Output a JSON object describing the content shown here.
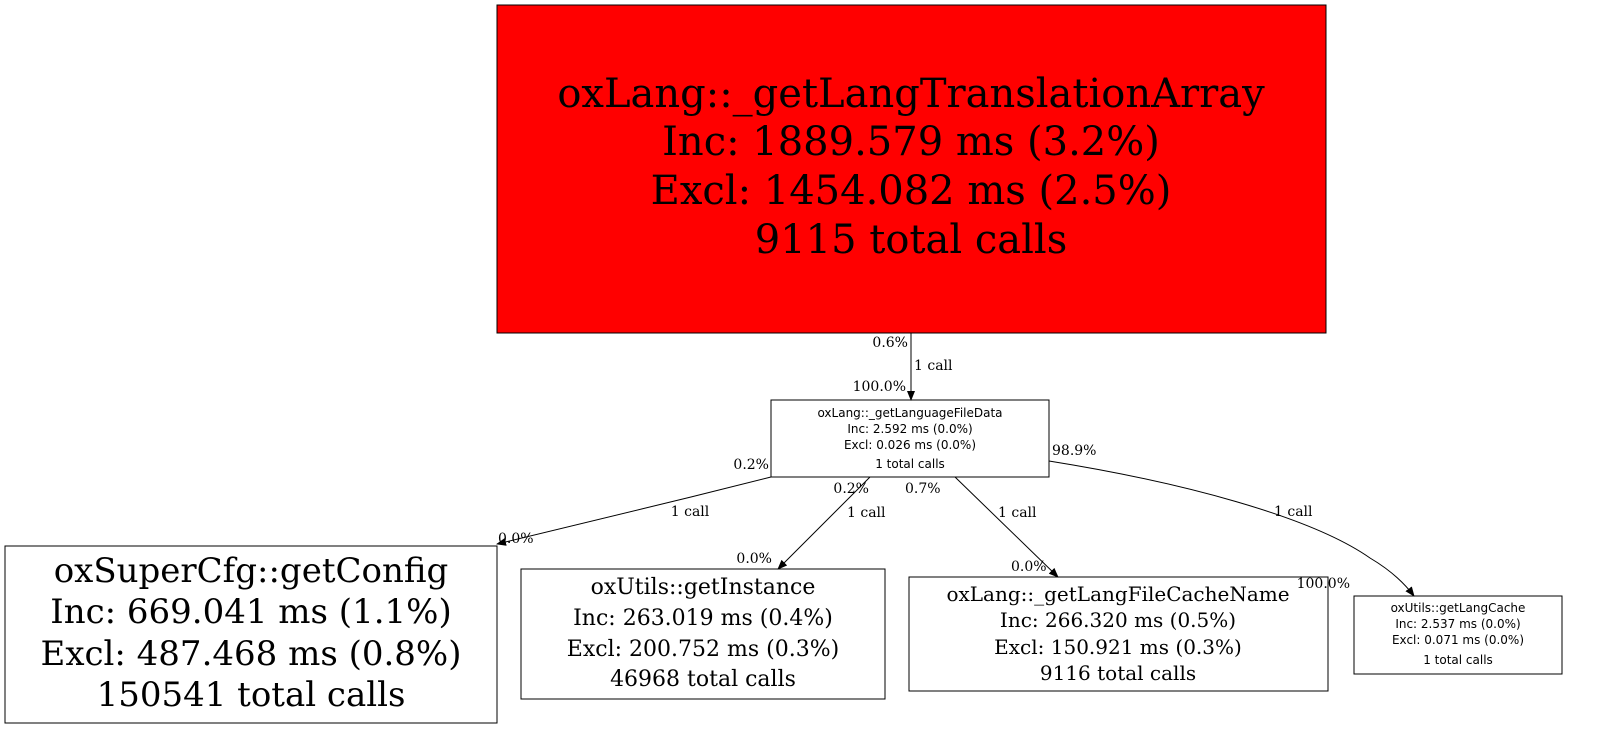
{
  "colors": {
    "hot": "#ff0000",
    "normal": "#ffffff",
    "stroke": "#000000"
  },
  "nodes": {
    "root": {
      "name": "oxLang::_getLangTranslationArray",
      "inc": "Inc: 1889.579 ms (3.2%)",
      "excl": "Excl: 1454.082 ms (2.5%)",
      "calls": "9115 total calls"
    },
    "lfd": {
      "name": "oxLang::_getLanguageFileData",
      "inc": "Inc: 2.592 ms (0.0%)",
      "excl": "Excl: 0.026 ms (0.0%)",
      "calls": "1 total calls"
    },
    "cfg": {
      "name": "oxSuperCfg::getConfig",
      "inc": "Inc: 669.041 ms (1.1%)",
      "excl": "Excl: 487.468 ms (0.8%)",
      "calls": "150541 total calls"
    },
    "inst": {
      "name": "oxUtils::getInstance",
      "inc": "Inc: 263.019 ms (0.4%)",
      "excl": "Excl: 200.752 ms (0.3%)",
      "calls": "46968 total calls"
    },
    "cname": {
      "name": "oxLang::_getLangFileCacheName",
      "inc": "Inc: 266.320 ms (0.5%)",
      "excl": "Excl: 150.921 ms (0.3%)",
      "calls": "9116 total calls"
    },
    "lcache": {
      "name": "oxUtils::getLangCache",
      "inc": "Inc: 2.537 ms (0.0%)",
      "excl": "Excl: 0.071 ms (0.0%)",
      "calls": "1 total calls"
    }
  },
  "edges": {
    "root_lfd": {
      "tail": "0.6%",
      "label": "1 call",
      "head": "100.0%"
    },
    "lfd_cfg": {
      "tail": "0.2%",
      "label": "1 call",
      "head": "0.0%"
    },
    "lfd_inst": {
      "tail": "0.2%",
      "label": "1 call",
      "head": "0.0%"
    },
    "lfd_cname": {
      "tail": "0.7%",
      "label": "1 call",
      "head": "0.0%"
    },
    "lfd_lcache": {
      "tail": "98.9%",
      "label": "1 call",
      "head": "100.0%"
    }
  }
}
